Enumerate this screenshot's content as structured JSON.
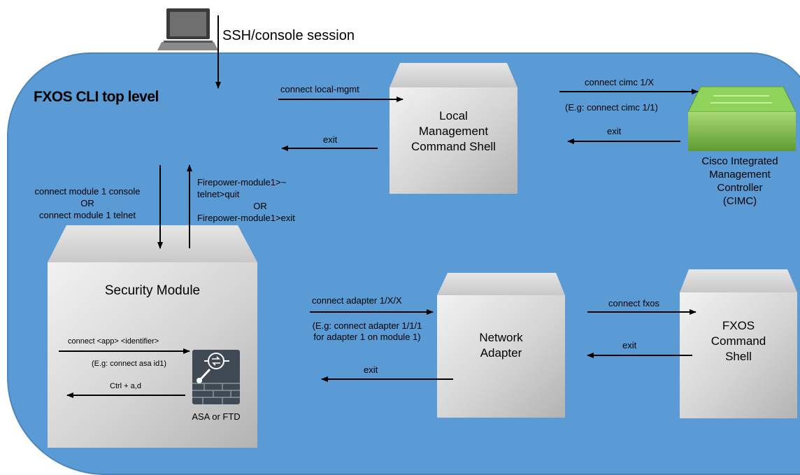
{
  "session_label": "SSH/console session",
  "panel_title": "FXOS CLI top level",
  "nodes": {
    "local_mgmt": [
      "Local",
      "Management",
      "Command Shell"
    ],
    "cimc": [
      "Cisco Integrated",
      "Management",
      "Controller",
      "(CIMC)"
    ],
    "security_module": "Security Module",
    "asa_label": "ASA or FTD",
    "network_adapter": [
      "Network",
      "Adapter"
    ],
    "fxos_shell": [
      "FXOS",
      "Command",
      "Shell"
    ]
  },
  "edges": {
    "connect_local_mgmt": "connect local-mgmt",
    "exit_local_mgmt": "exit",
    "connect_cimc": "connect cimc 1/X",
    "connect_cimc_eg": "(E.g: connect cimc 1/1)",
    "exit_cimc": "exit",
    "connect_module": [
      "connect module 1 console",
      "OR",
      "connect module 1 telnet"
    ],
    "exit_module": [
      "Firepower-module1>~",
      "telnet>quit",
      "OR",
      "Firepower-module1>exit"
    ],
    "connect_app": "connect <app> <identifier>",
    "connect_app_eg": "(E.g: connect asa id1)",
    "ctrl_ad": "Ctrl + a,d",
    "connect_adapter": "connect adapter 1/X/X",
    "connect_adapter_eg": [
      "(E.g: connect adapter 1/1/1",
      "for adapter 1 on module 1)"
    ],
    "exit_adapter": "exit",
    "connect_fxos": "connect fxos",
    "exit_fxos": "exit"
  },
  "colors": {
    "panel": "#5b9bd5",
    "box": "#d9d9d9",
    "cimc": "#70ad47",
    "arrow": "#000000"
  }
}
